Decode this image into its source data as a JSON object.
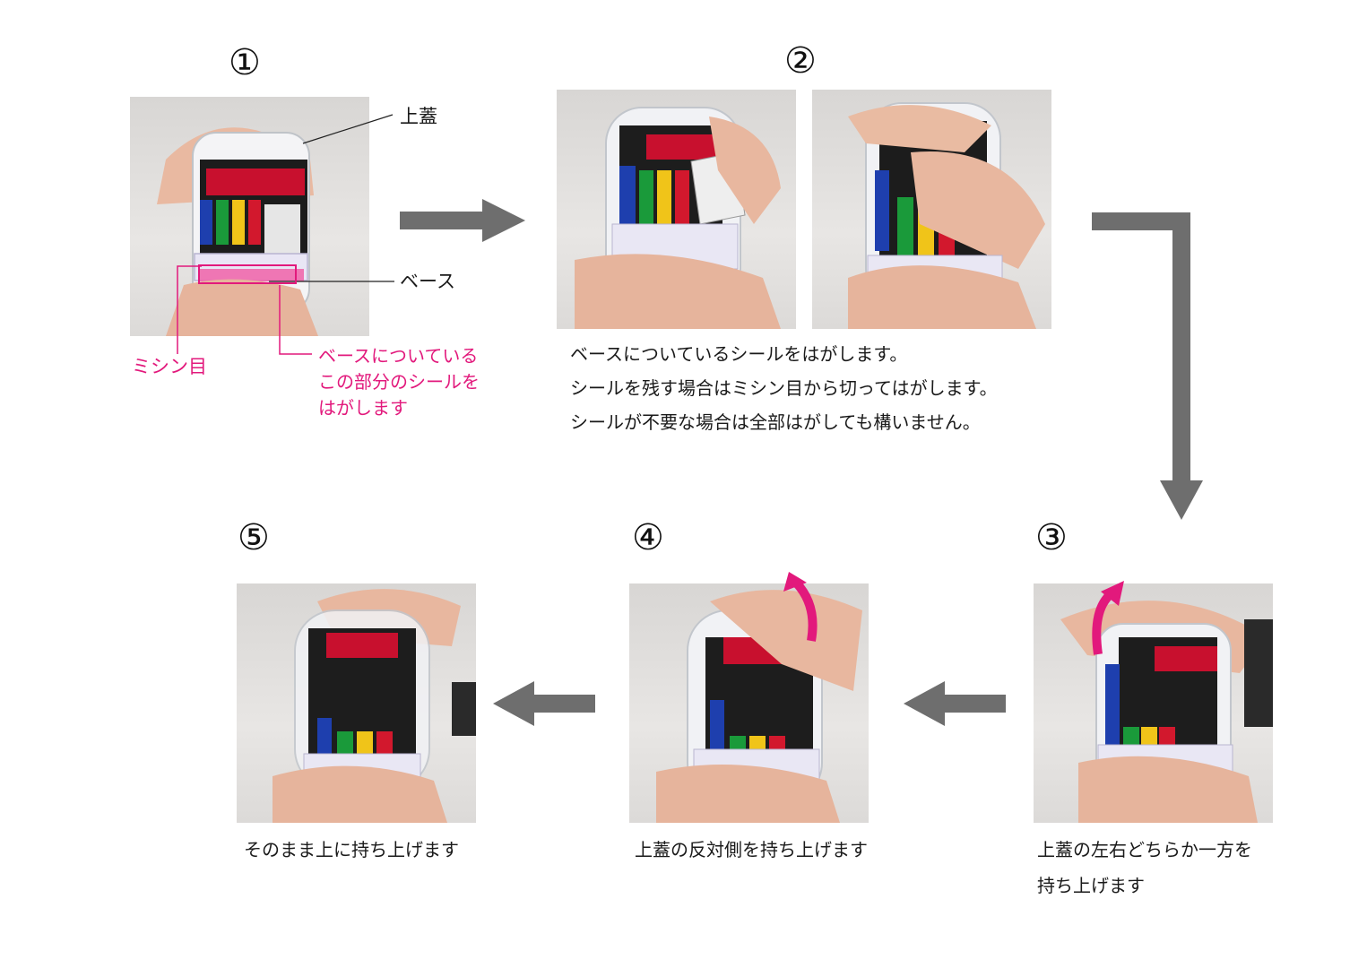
{
  "steps": {
    "s1": {
      "number": "①",
      "label_lid": "上蓋",
      "label_base": "ベース",
      "label_perforation": "ミシン目",
      "note_lines": [
        "ベースについている",
        "この部分のシールを",
        "はがします"
      ]
    },
    "s2": {
      "number": "②",
      "caption_lines": [
        "ベースについているシールをはがします。",
        "シールを残す場合はミシン目から切ってはがします。",
        "シールが不要な場合は全部はがしても構いません。"
      ]
    },
    "s3": {
      "number": "③",
      "caption_lines": [
        "上蓋の左右どちらか一方を",
        "持ち上げます"
      ]
    },
    "s4": {
      "number": "④",
      "caption": "上蓋の反対側を持ち上げます"
    },
    "s5": {
      "number": "⑤",
      "caption": "そのまま上に持ち上げます"
    }
  },
  "colors": {
    "arrow": "#6e6e6e",
    "accent": "#e2197c",
    "text": "#1a1a1a"
  },
  "icons": [
    "flow-arrow-icon",
    "lift-arrow-icon"
  ]
}
